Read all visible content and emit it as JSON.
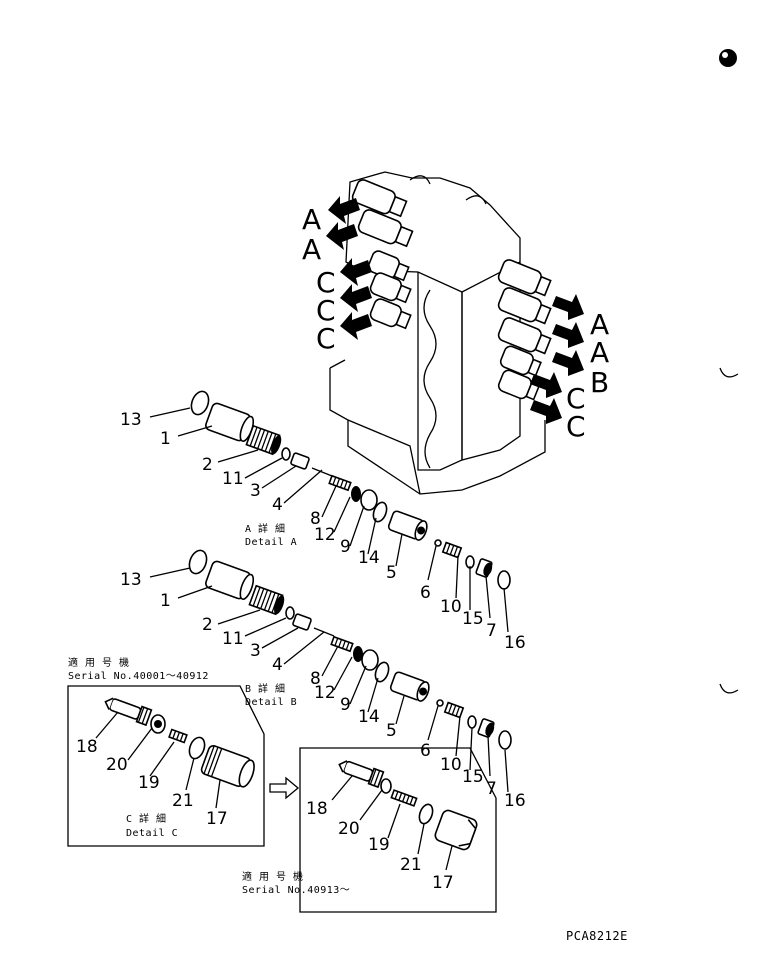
{
  "views": {
    "a_label": "A",
    "b_label": "B",
    "c_label": "C"
  },
  "detail_a": {
    "jp": "A 詳 細",
    "en": "Detail A"
  },
  "detail_b": {
    "jp": "B 詳 細",
    "en": "Detail B"
  },
  "detail_c": {
    "jp": "C 詳 細",
    "en": "Detail C"
  },
  "serial_old": {
    "jp": "適 用 号 機",
    "en": "Serial No.40001～40912"
  },
  "serial_new": {
    "jp": "適 用 号 機",
    "en": "Serial No.40913～"
  },
  "part_numbers": [
    "1",
    "2",
    "3",
    "4",
    "5",
    "6",
    "7",
    "8",
    "9",
    "10",
    "11",
    "12",
    "13",
    "14",
    "15",
    "16",
    "17",
    "18",
    "19",
    "20",
    "21"
  ],
  "drawing_code": "PCA8212E"
}
